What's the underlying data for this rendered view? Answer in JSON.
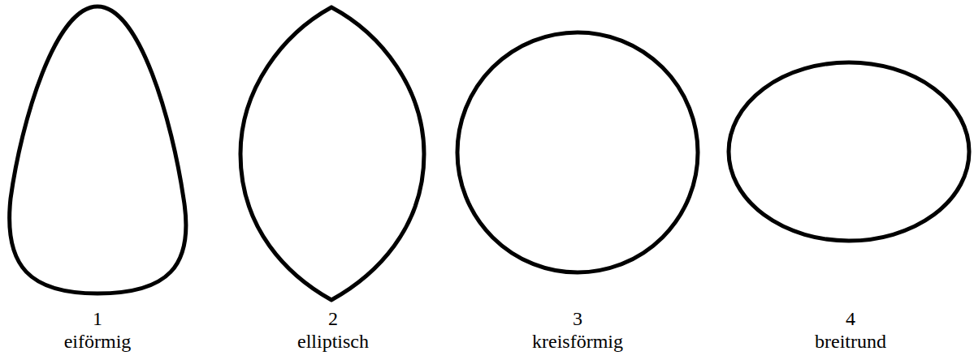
{
  "diagram": {
    "labels": [
      "1",
      "eiförmig",
      "2",
      "elliptisch",
      "3",
      "kreisförmig",
      "4",
      "breitrund"
    ]
  }
}
